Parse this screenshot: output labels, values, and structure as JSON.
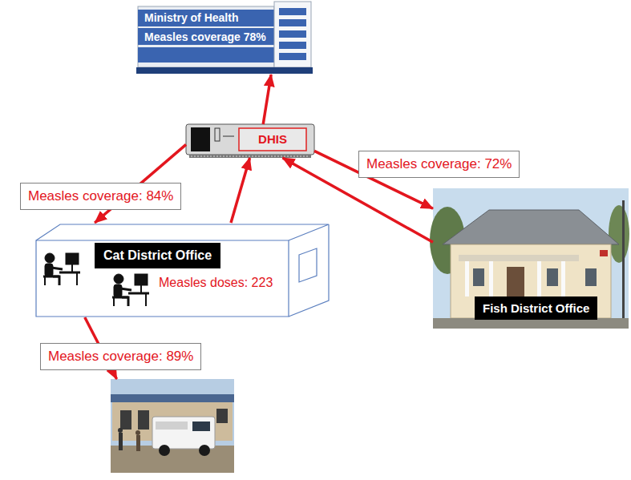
{
  "diagram": {
    "nodes": [
      {
        "text": [
          "Ministry of Health",
          "Measles coverage 78%"
        ]
      },
      {
        "text": [
          "DHIS"
        ]
      },
      {
        "text": [
          "Cat District Office"
        ]
      },
      {
        "text": [
          "Fish District Office"
        ]
      },
      {
        "text": []
      }
    ],
    "edges": [
      {
        "from": 1,
        "to": 0,
        "arrow": "to"
      },
      {
        "from": 1,
        "to": 2,
        "arrow": "to",
        "label": "Measles coverage: 84%"
      },
      {
        "from": 2,
        "to": 1,
        "arrow": "to",
        "label": "Measles doses: 223"
      },
      {
        "from": 1,
        "to": 3,
        "arrow": "to",
        "label": "Measles coverage: 72%"
      },
      {
        "from": 3,
        "to": 1,
        "arrow": "to"
      },
      {
        "from": 2,
        "to": 4,
        "arrow": "to",
        "label": "Measles coverage: 89%"
      }
    ]
  }
}
